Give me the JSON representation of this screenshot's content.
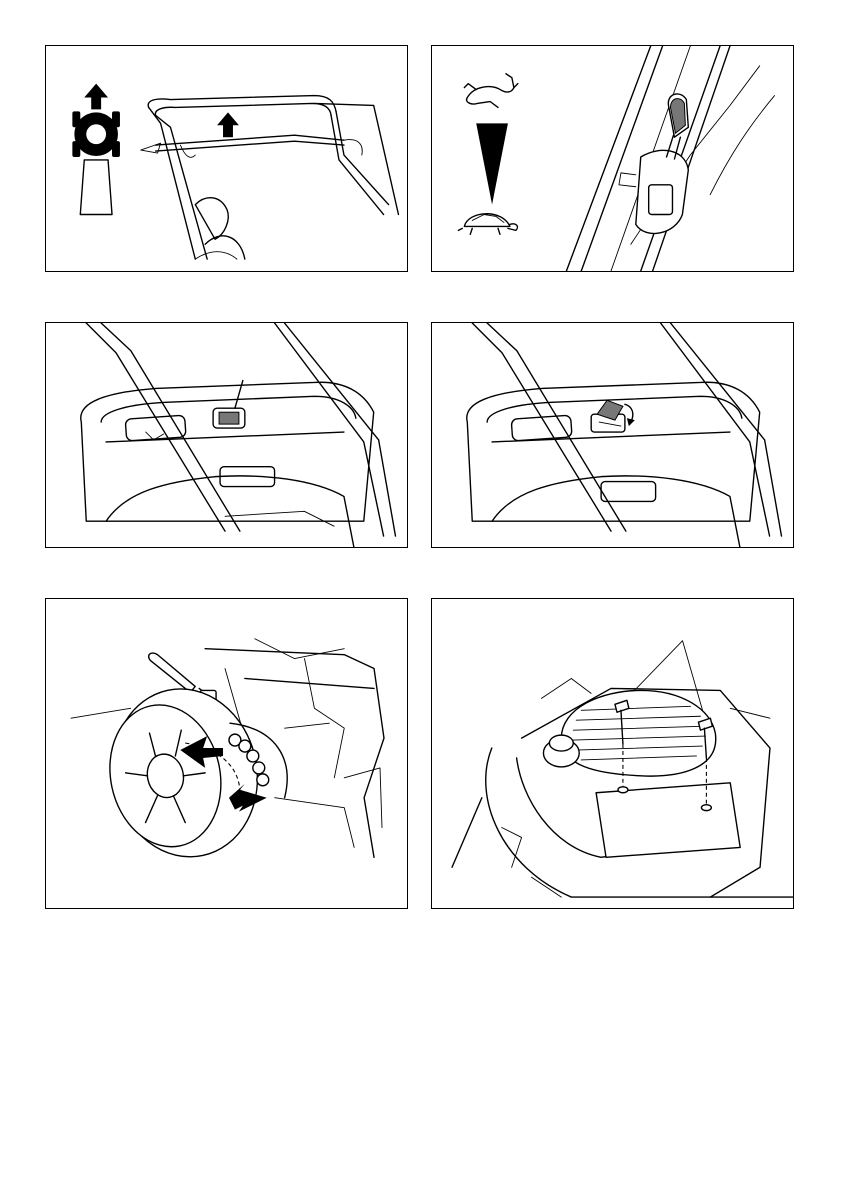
{
  "figures": [
    {
      "id": "fig1",
      "icons": [
        "wheel-arrow-pictogram-icon",
        "handle-bar-icon",
        "lift-arrow-icon"
      ]
    },
    {
      "id": "fig2",
      "icons": [
        "rabbit-fast-icon",
        "speed-wedge-icon",
        "turtle-slow-icon",
        "speed-lever-icon"
      ]
    },
    {
      "id": "fig3",
      "icons": [
        "grass-bag-icon",
        "fill-indicator-icon"
      ]
    },
    {
      "id": "fig4",
      "icons": [
        "grass-bag-icon",
        "fill-indicator-flap-icon"
      ]
    },
    {
      "id": "fig5",
      "icons": [
        "rear-wheel-icon",
        "height-adjust-lever-icon",
        "adjust-arrow-icon"
      ]
    },
    {
      "id": "fig6",
      "icons": [
        "engine-icon",
        "bolt-icon",
        "leader-line-icon"
      ]
    }
  ],
  "colors": {
    "line": "#000000",
    "paper": "#ffffff",
    "shade": "#777777"
  }
}
